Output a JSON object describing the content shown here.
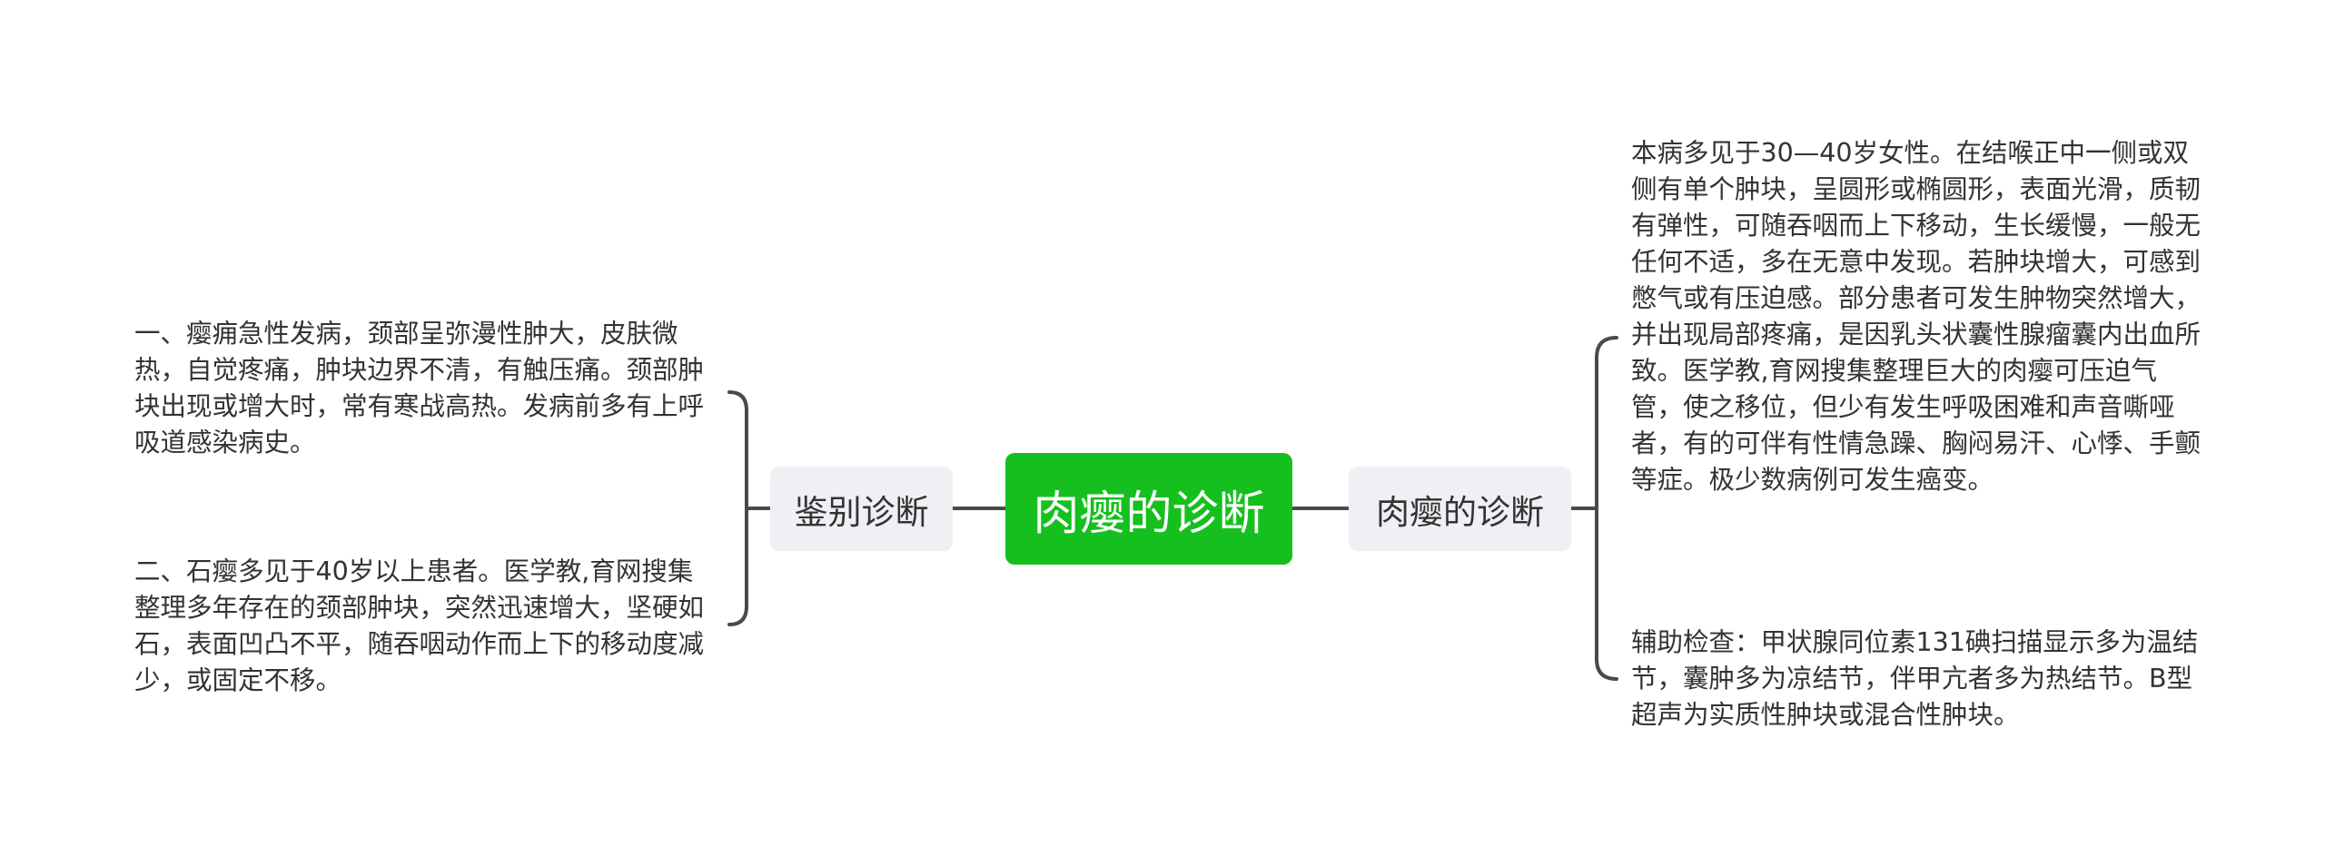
{
  "root": {
    "label": "肉瘿的诊断"
  },
  "left_branch": {
    "label": "鉴别诊断",
    "items": [
      {
        "text": "一、瘿痈急性发病，颈部呈弥漫性肿大，皮肤微热，自觉疼痛，肿块边界不清，有触压痛。颈部肿块出现或增大时，常有寒战高热。发病前多有上呼吸道感染病史。"
      },
      {
        "text": "二、石瘿多见于40岁以上患者。医学教,育网搜集整理多年存在的颈部肿块，突然迅速增大，坚硬如石，表面凹凸不平，随吞咽动作而上下的移动度减少，或固定不移。"
      }
    ]
  },
  "right_branch": {
    "label": "肉瘿的诊断",
    "items": [
      {
        "text": "本病多见于30—40岁女性。在结喉正中一侧或双侧有单个肿块，呈圆形或椭圆形，表面光滑，质韧有弹性，可随吞咽而上下移动，生长缓慢，一般无任何不适，多在无意中发现。若肿块增大，可感到憋气或有压迫感。部分患者可发生肿物突然增大，并出现局部疼痛，是因乳头状囊性腺瘤囊内出血所致。医学教,育网搜集整理巨大的肉瘿可压迫气管，使之移位，但少有发生呼吸困难和声音嘶哑者，有的可伴有性情急躁、胸闷易汗、心悸、手颤等症。极少数病例可发生癌变。"
      },
      {
        "text": "辅助检查：甲状腺同位素131碘扫描显示多为温结节，囊肿多为凉结节，伴甲亢者多为热结节。B型超声为实质性肿块或混合性肿块。"
      }
    ]
  },
  "colors": {
    "root_fill": "#15c01e",
    "branch_fill": "#eef0f4",
    "connector": "#4a4a4a",
    "text": "#333333"
  }
}
